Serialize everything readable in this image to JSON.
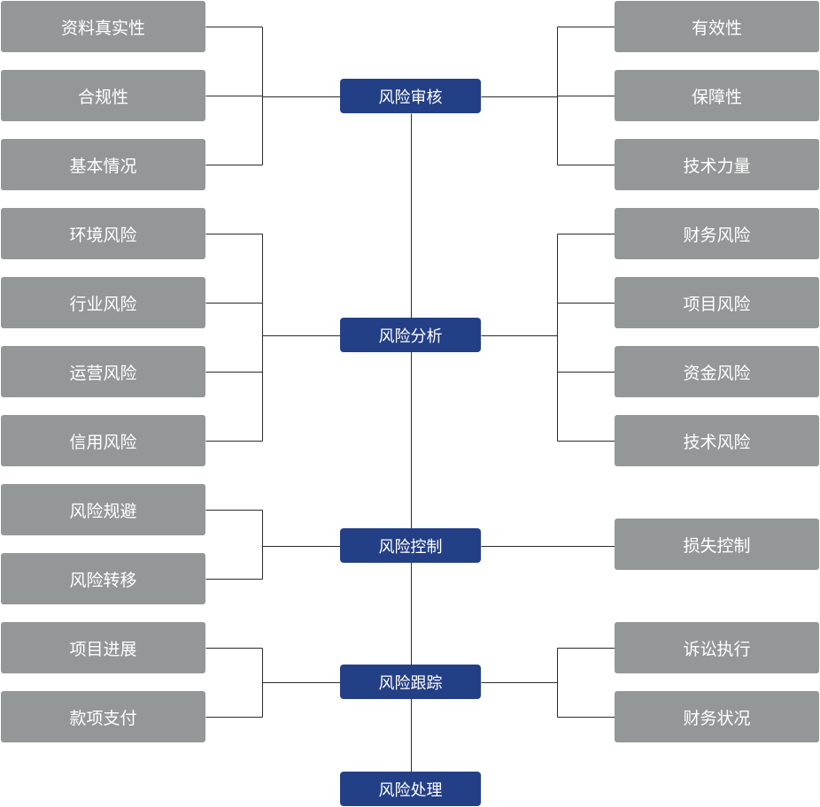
{
  "stages": [
    {
      "label": "风险审核",
      "left": [
        "资料真实性",
        "合规性",
        "基本情况"
      ],
      "right": [
        "有效性",
        "保障性",
        "技术力量"
      ]
    },
    {
      "label": "风险分析",
      "left": [
        "环境风险",
        "行业风险",
        "运营风险",
        "信用风险"
      ],
      "right": [
        "财务风险",
        "项目风险",
        "资金风险",
        "技术风险"
      ]
    },
    {
      "label": "风险控制",
      "left": [
        "风险规避",
        "风险转移"
      ],
      "right": [
        "损失控制"
      ]
    },
    {
      "label": "风险跟踪",
      "left": [
        "项目进展",
        "款项支付"
      ],
      "right": [
        "诉讼执行",
        "财务状况"
      ]
    },
    {
      "label": "风险处理",
      "left": [],
      "right": []
    }
  ],
  "colors": {
    "hub": "#233f86",
    "leaf": "#939797",
    "line": "#2b2b2b"
  }
}
